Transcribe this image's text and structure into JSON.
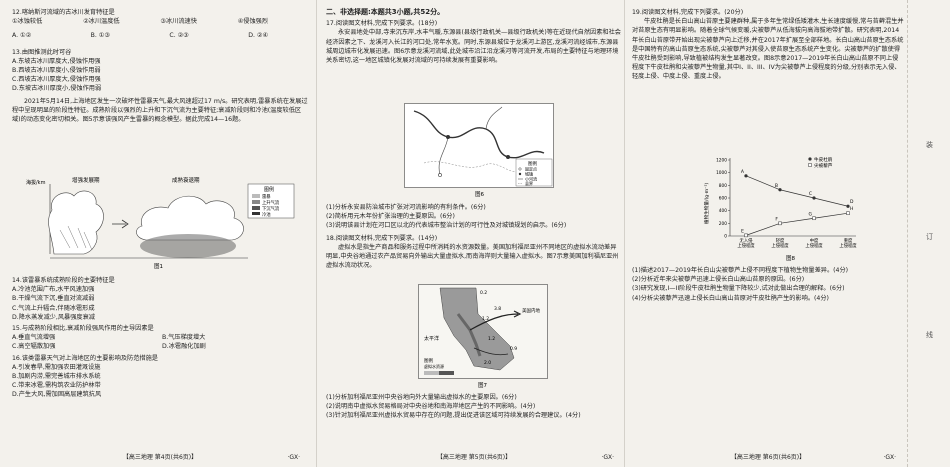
{
  "page4": {
    "q12": {
      "stem": "12.喀纳斯河流域的古冰川发育特征是",
      "opt1": "①冰蚀较低",
      "opt2": "②冰川温度低",
      "opt3": "③冰川流速快",
      "opt4": "④侵蚀强烈",
      "choices": [
        "A. ①②",
        "B. ①③",
        "C. ②③",
        "D. ②④"
      ]
    },
    "q13": {
      "stem": "13.由图推测此时可谷",
      "choices": [
        "A.东坡古冰川厚度大,侵蚀作用强",
        "B.西坡古冰川厚度小,侵蚀作用弱",
        "C.西坡古冰川厚度大,侵蚀作用强",
        "D.东坡古冰川厚度小,侵蚀作用弱"
      ]
    },
    "intro": "2021年5月14日,上海地区发生一次破坏性雷暴天气,最大风速超过17 m/s。研究表明,雷暴系统在发展过程中呈现明显的阶段性特征。成熟阶段以强烈的上升和下沉气流为主要特征;衰减阶段则和冷池(温度较低区域)的动态变化密切相关。图5示意该强风产生雷暴的概念模型。据此完成14—16题。",
    "fig1": {
      "ylabel": "海拔/km",
      "stage1": "增强发展期",
      "stage2": "成熟衰退期",
      "legend_title": "图例",
      "legend_items": [
        "雷暴",
        "上升气流",
        "下沉气流",
        "冷池"
      ],
      "caption": "图1"
    },
    "q14": {
      "stem": "14.该雷暴系统成熟阶段的主要特征是",
      "choices": [
        "A.冷池范围广布,水平风速加强",
        "B.干燥气流下沉,垂直对流减弱",
        "C.气流上升辐合,伴随冰雹形成",
        "D.降水蒸发减少,风暴强度衰减"
      ]
    },
    "q15": {
      "stem": "15.与成熟阶段相比,衰减阶段强风作用的主导因素是",
      "choicesL": [
        "A.垂直气流增强",
        "C.高空辐散加强"
      ],
      "choicesR": [
        "B.气压梯度增大",
        "D.冰雹融化加剧"
      ]
    },
    "q16": {
      "stem": "16.该类雷暴天气对上海地区的主要影响及防范措施是",
      "choices": [
        "A.引发春旱,需加强农田灌溉设施",
        "B.加剧内涝,需完善城市排水系统",
        "C.带来冰雹,需构筑农业防护林带",
        "D.产生大风,需加固高层建筑抗风"
      ]
    },
    "footer": "【高三地理  第4页(共6页)】",
    "footer_code": "·GX·"
  },
  "page5": {
    "section": "二、非选择题:本题共3小题,共52分。",
    "q17_head": "17.阅读图文材料,完成下列要求。(18分)",
    "q17_text": "永安县地处中部,寺来沉东岸,水丰气暖,东源县(县级行政机关—县级行政机关)等在近现代自然因素和社会经济因素之下、龙溪河入长江的河口处,常年水宽。同时,东源县城位于龙溪河上游区,龙溪河流经城市,东源县城周边城市化发展迅速。图6示意龙溪河流域,此处城市沿江沿龙溪河等河流开发,布局的主要特征与地理环境关系密切,这一地区城镇化发展对流域的可持续发展有重要影响。",
    "fig6": {
      "caption": "图6",
      "legend_title": "图例",
      "legend_items": [
        "固定点",
        "城镇",
        "小河流",
        "县界"
      ]
    },
    "q17_qs": [
      "(1)分析永安县防治城市扩张对河流影响的有利条件。(6分)",
      "(2)简析用元木年份扩张治理的主要原因。(6分)",
      "(3)说明该县计划在河口区以北的代表城市整治计划的可行性及对城镇规划的启示。(6分)"
    ],
    "q18_head": "18.阅读图文材料,完成下列要求。(14分)",
    "q18_text": "虚拟水是指生产商品和服务过程中所消耗的水资源数量。美国加利福尼亚州不同地区的虚拟水流动差异明显,中央谷地通过农产品贸易向外输出大量虚拟水,而南海岸则大量输入虚拟水。图7示意美国加利福尼亚州虚拟水流动状况。",
    "fig7": {
      "caption": "图7",
      "ocean": "太平洋",
      "inland": "美国内地",
      "legend_title": "图例",
      "legend_sub": "虚拟水资源",
      "values": [
        "0.2",
        "3.8",
        "1.2",
        "1.2",
        "2.0",
        "0.9"
      ]
    },
    "q18_qs": [
      "(1)分析加利福尼亚州中央谷地向外大量输出虚拟水的主要原因。(6分)",
      "(2)说明南中虚拟水贸易格局对中央谷地和南海岸地区产生的不同影响。(4分)",
      "(3)针对加利福尼亚州虚拟水贸易中存在的问题,提出促进该区域可持续发展的合理建议。(4分)"
    ],
    "footer": "【高三地理  第5页(共6页)】",
    "footer_code": "·GX·"
  },
  "page6": {
    "q19_head": "19.阅读图文材料,完成下列要求。(20分)",
    "q19_text": "牛皮杜鹃是长白山高山苔原主要建群种,属于多年生常绿低矮灌木,生长速度缓慢,常与苔藓混生并对苔原生态有明显影响。随着全球气候变暖,尖被藜芦从低海拔向高海拔地带扩散。研究表明,2014年长白山苔原带开始出现尖被藜芦向上迁移,并在2017年扩展至全部样地。长白山高山苔原生态系统是中国特有的高山苔原生态系统,尖被藜芦对其侵入使苔原生态系统产生变化。尖被藜芦的扩散使得牛皮杜鹃受到影响,导致植被结构发生显著改变。图8示意2017—2019年长白山高山苔原不同上侵程度下牛皮杜鹃和尖被藜芦生物量,其中I、II、III、IV为尖被藜芦上侵程度的分级,分别表示无入侵、轻度上侵、中度上侵、重度上侵。",
    "fig8": {
      "caption": "图8",
      "ylabel": "植物生物量/(g·m⁻²)",
      "legend": [
        "牛皮杜鹃",
        "尖被藜芦"
      ],
      "categories": [
        "无入侵\n上侵程度",
        "轻度\n上侵程度",
        "中度\n上侵程度",
        "重度\n上侵程度"
      ],
      "cat_line1": [
        "无入侵",
        "轻度",
        "中度",
        "重度"
      ],
      "cat_line2": [
        "上侵程度",
        "上侵程度",
        "上侵程度",
        "上侵程度"
      ],
      "point_labels_a": [
        "A",
        "B",
        "C",
        "D"
      ],
      "point_labels_b": [
        "E",
        "F",
        "G",
        "H"
      ],
      "yticks": [
        "0",
        "200",
        "400",
        "600",
        "800",
        "1000",
        "1200"
      ]
    },
    "q19_qs": [
      "(1)描述2017—2019年长白山尖被藜芦上侵不同程度下植物生物量差异。(4分)",
      "(2)分析近年来尖被藜芦迅速上侵长白山高山苔原的原因。(6分)",
      "(3)研究发现,I—II阶段牛皮杜鹃生物量下降较少,试对此做出合理的解释。(6分)",
      "(4)分析尖被藜芦迅速上侵长白山高山苔原对牛皮杜鹃产生的影响。(4分)"
    ],
    "side_marks": [
      "装",
      "订",
      "线"
    ],
    "footer": "【高三地理  第6页(共6页)】",
    "footer_code": "·GX·"
  },
  "chart_data": {
    "type": "line",
    "title": "",
    "xlabel": "",
    "ylabel": "植物生物量/(g·m⁻²)",
    "categories": [
      "无入侵上侵程度",
      "轻度上侵程度",
      "中度上侵程度",
      "重度上侵程度"
    ],
    "ylim": [
      0,
      1200
    ],
    "series": [
      {
        "name": "牛皮杜鹃",
        "values": [
          950,
          730,
          600,
          470
        ]
      },
      {
        "name": "尖被藜芦",
        "values": [
          10,
          200,
          280,
          360
        ]
      }
    ],
    "legend": "top-right",
    "grid": false
  }
}
